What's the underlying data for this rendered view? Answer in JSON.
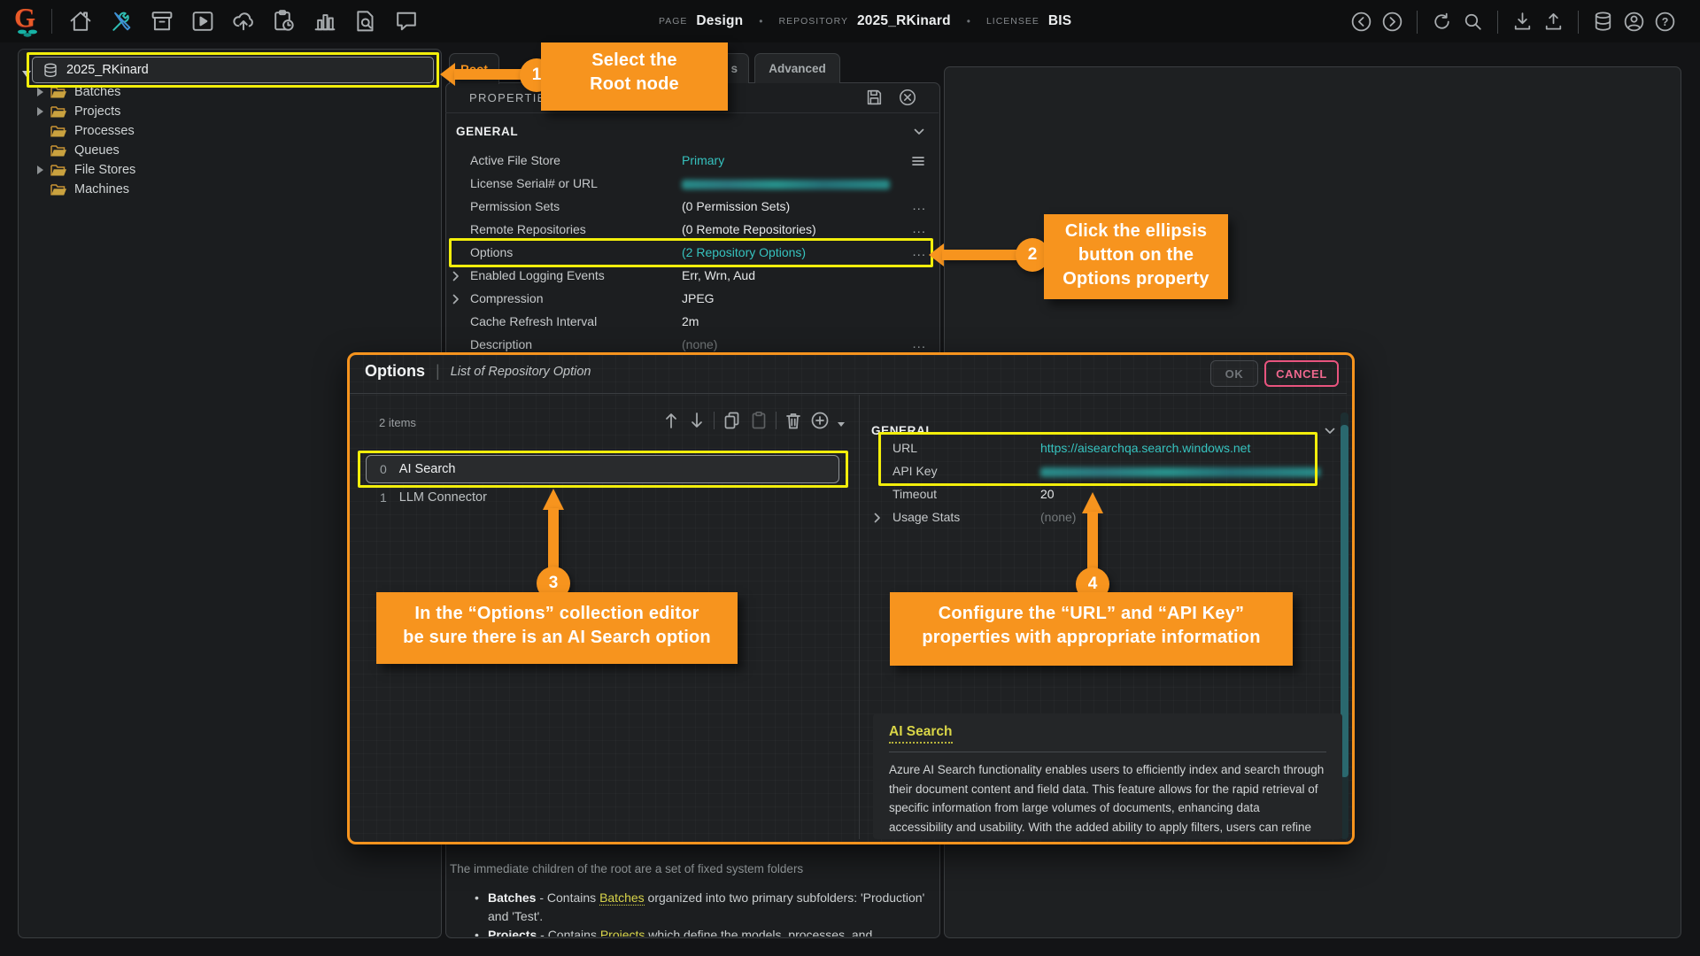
{
  "topbar": {
    "page_label": "PAGE",
    "page_value": "Design",
    "repository_label": "REPOSITORY",
    "repository_value": "2025_RKinard",
    "licensee_label": "LICENSEE",
    "licensee_value": "BIS",
    "separator": "•",
    "left_icons": [
      "home-icon",
      "design-tools-icon",
      "batches-icon",
      "media-player-icon",
      "cloud-import-icon",
      "tasks-clock-icon",
      "stats-chart-icon",
      "document-review-icon",
      "chat-icon"
    ],
    "right_icons": [
      "nav-back-icon",
      "nav-forward-icon",
      "refresh-icon",
      "search-icon",
      "download-icon",
      "upload-icon",
      "database-icon",
      "user-icon",
      "help-icon"
    ]
  },
  "tree": {
    "root_label": "2025_RKinard",
    "items": [
      {
        "label": "Batches"
      },
      {
        "label": "Projects"
      },
      {
        "label": "Processes"
      },
      {
        "label": "Queues"
      },
      {
        "label": "File Stores"
      },
      {
        "label": "Machines"
      }
    ]
  },
  "tabs": {
    "root": "Root",
    "hidden_partial": "s",
    "advanced": "Advanced"
  },
  "props": {
    "header": "PROPERTIES",
    "section": "GENERAL",
    "ellipsis": "...",
    "rows": [
      {
        "label": "Active File Store",
        "value": "Primary"
      },
      {
        "label": "License Serial# or URL",
        "value": ""
      },
      {
        "label": "Permission Sets",
        "value": "(0 Permission Sets)"
      },
      {
        "label": "Remote Repositories",
        "value": "(0 Remote Repositories)"
      },
      {
        "label": "Options",
        "value": "(2 Repository Options)"
      },
      {
        "label": "Enabled Logging Events",
        "value": "Err, Wrn, Aud"
      },
      {
        "label": "Compression",
        "value": "JPEG"
      },
      {
        "label": "Cache Refresh Interval",
        "value": "2m"
      },
      {
        "label": "Description",
        "value": "(none)"
      }
    ],
    "footer_text": "The immediate children of the root are a set of fixed system folders",
    "bullets": [
      {
        "term": "Batches",
        "pre": " - Contains ",
        "link": "Batches",
        "post": " organized into two primary subfolders: 'Production' and 'Test'."
      },
      {
        "term": "Projects",
        "pre": " - Contains ",
        "link": "Projects",
        "post": " which define the models, processes, and"
      }
    ]
  },
  "dialog": {
    "title": "Options",
    "title_divider": "|",
    "subtitle": "List of Repository Option",
    "ok_label": "OK",
    "cancel_label": "CANCEL",
    "items_count": "2 items",
    "toolbar_icons": [
      "move-up-icon",
      "move-down-icon",
      "copy-icon",
      "paste-icon",
      "delete-icon",
      "add-icon"
    ],
    "list": [
      {
        "index": "0",
        "label": "AI Search"
      },
      {
        "index": "1",
        "label": "LLM Connector"
      }
    ],
    "section": "GENERAL",
    "rows": [
      {
        "label": "URL",
        "value": "https://aisearchqa.search.windows.net"
      },
      {
        "label": "API Key",
        "value": ""
      },
      {
        "label": "Timeout",
        "value": "20"
      },
      {
        "label": "Usage Stats",
        "value": "(none)"
      }
    ],
    "help": {
      "title": "AI Search",
      "body": "Azure AI Search functionality enables users to efficiently index and search through their document content and field data. This feature allows for the rapid retrieval of specific information from large volumes of documents, enhancing data accessibility and usability. With the added ability to apply filters, users can refine their searches to pinpoint the most relevant results"
    }
  },
  "callouts": {
    "c1": {
      "num": "1",
      "line1": "Select the",
      "line2": "Root node"
    },
    "c2": {
      "num": "2",
      "line1": "Click the ellipsis",
      "line2": "button on the",
      "line3": "Options property"
    },
    "c3": {
      "num": "3",
      "line1": "In the “Options” collection editor",
      "line2": "be sure there is an AI Search option"
    },
    "c4": {
      "num": "4",
      "line1": "Configure the “URL” and “API Key”",
      "line2": "properties with appropriate information"
    }
  },
  "colors": {
    "accent_orange": "#F7941E",
    "highlight_yellow": "#F2EE0B",
    "teal_value": "#36C3BF",
    "link_yellow": "#D8D44A",
    "cancel_pink": "#EF5D87"
  }
}
